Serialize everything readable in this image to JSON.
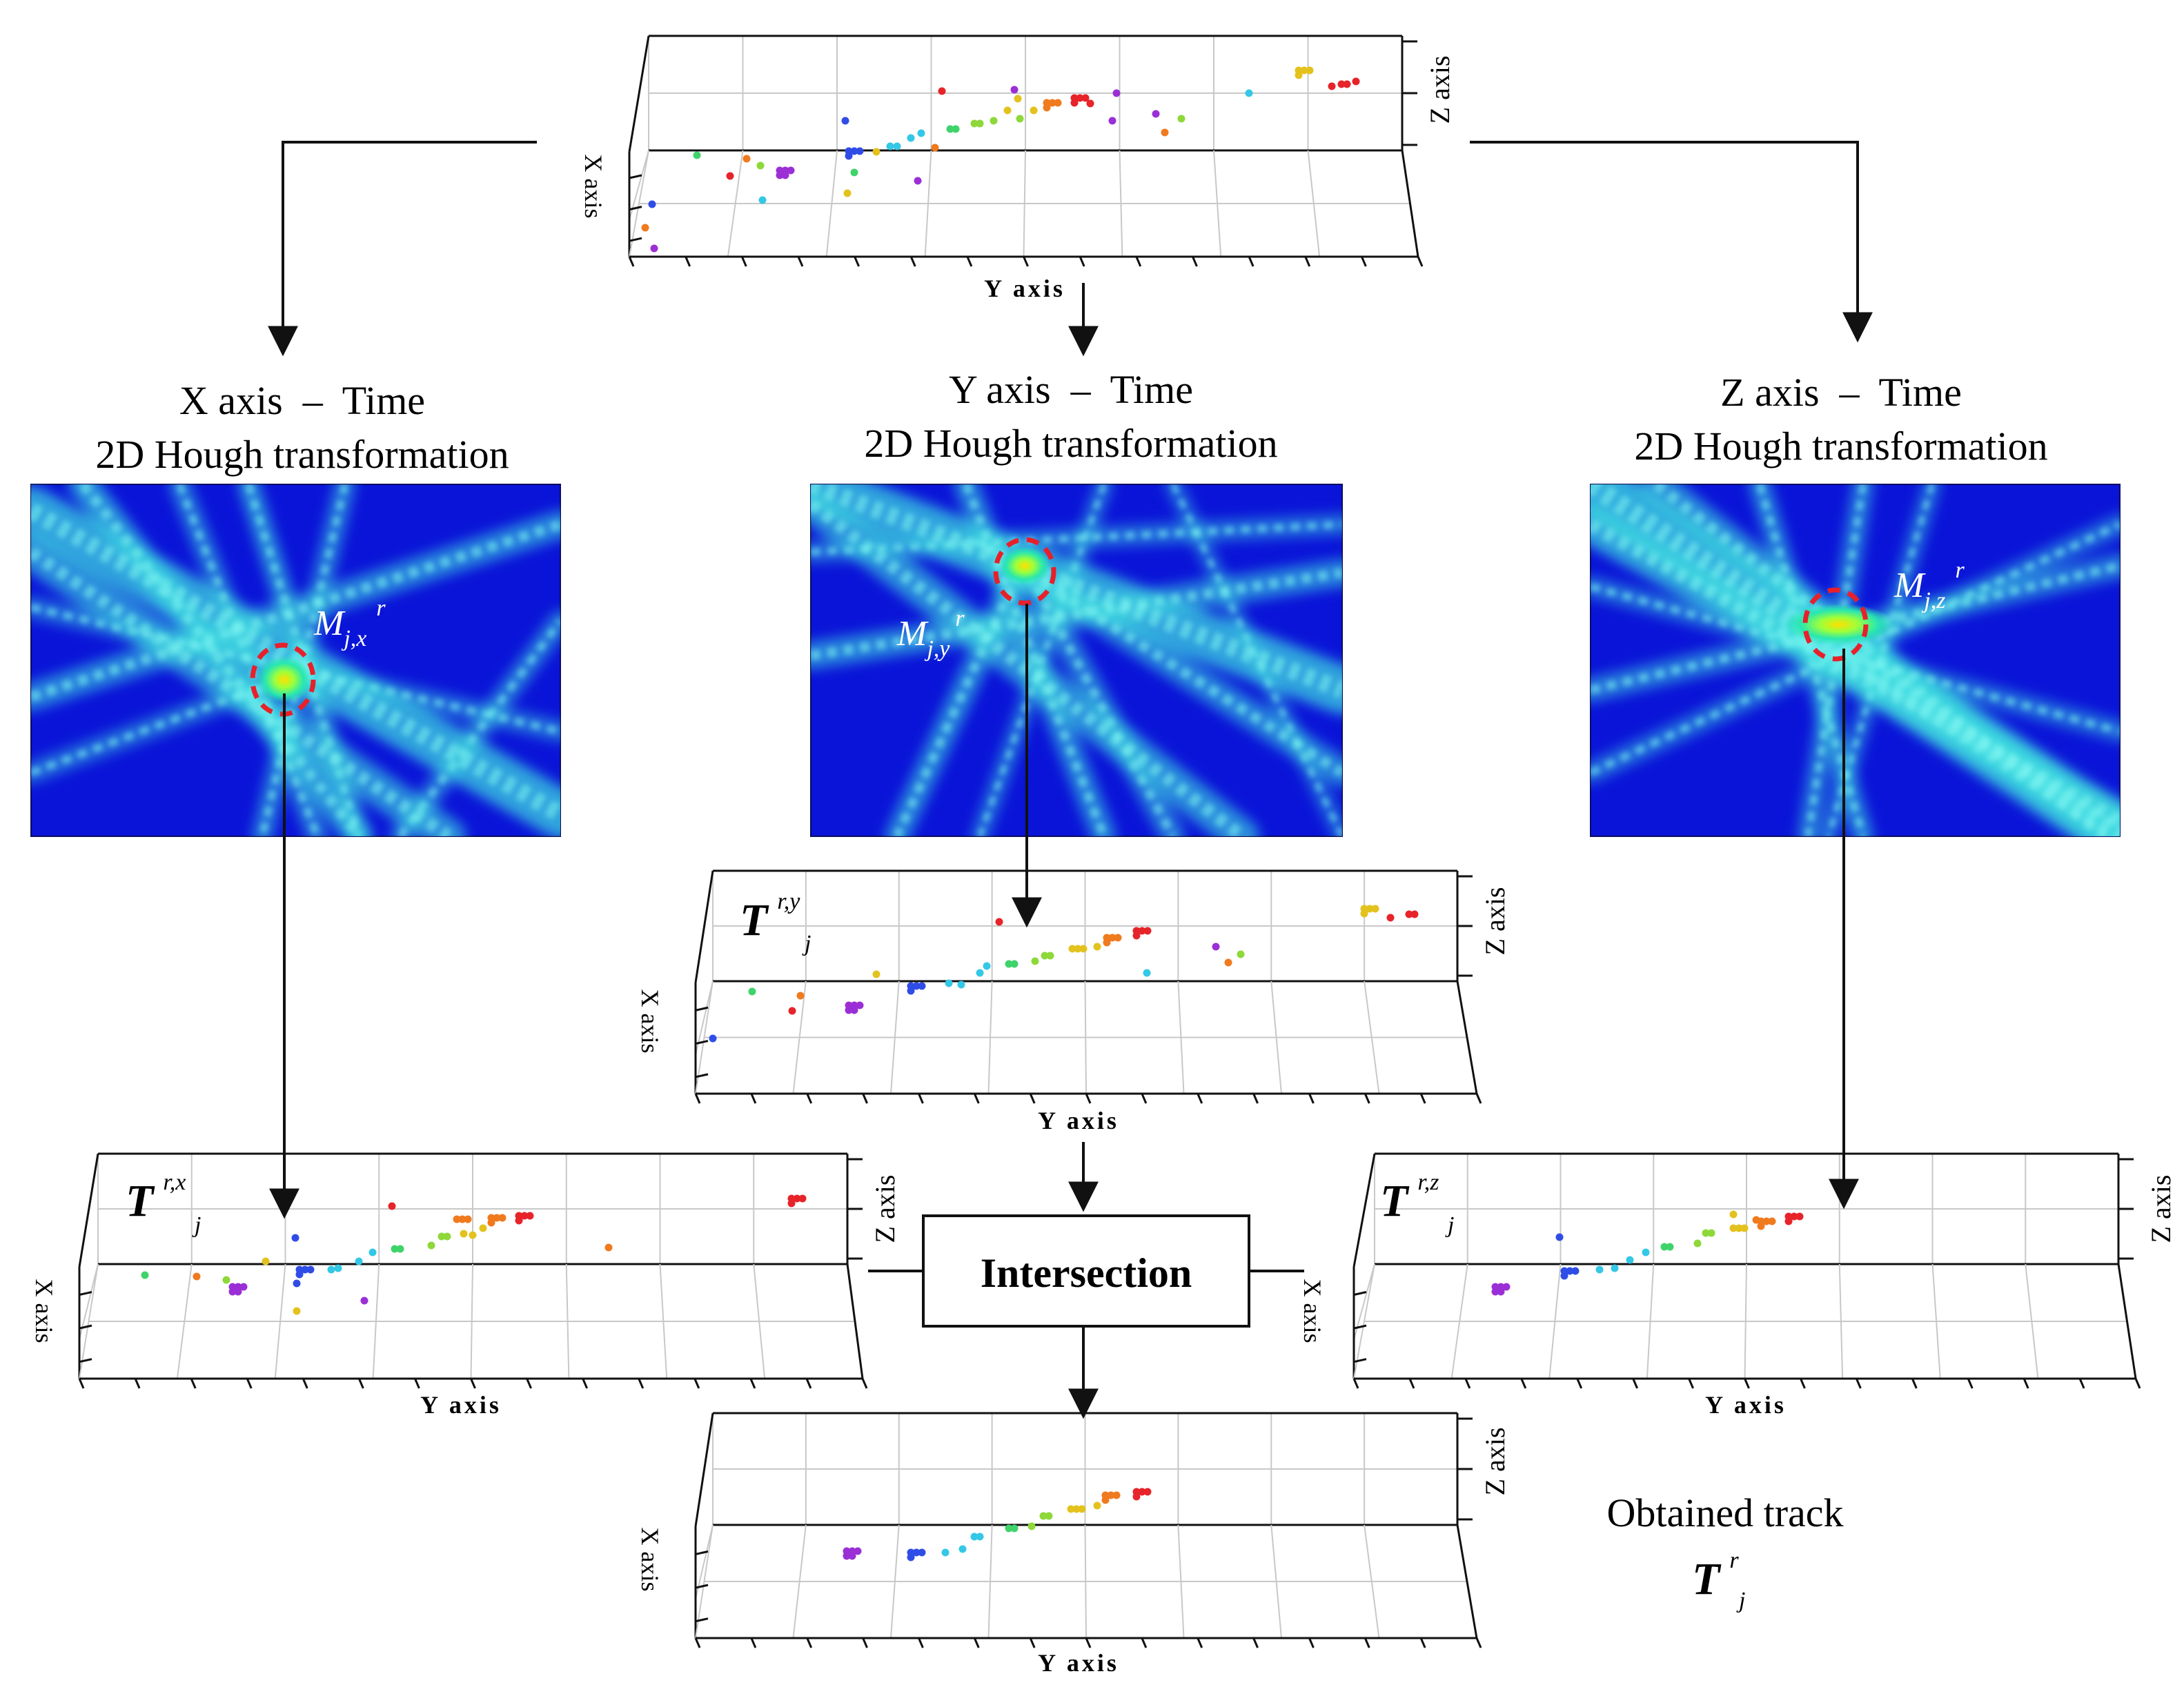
{
  "colors": {
    "hough_bg": "#0a14d8",
    "hough_glow": "#3fe0e0",
    "peak_circle": "#e8202a",
    "grid": "#c8c8c8",
    "axis": "#111111",
    "rainbow": [
      "#9b2fd6",
      "#2f4de6",
      "#34c8e6",
      "#3fd36a",
      "#8ed83a",
      "#e4c21e",
      "#f07a1e",
      "#e6242a"
    ]
  },
  "top_plot": {
    "ylabel": "Y axis",
    "zlabel": "Z axis",
    "xlabel": "X axis"
  },
  "hough": [
    {
      "title_line1": "X axis  –  Time",
      "title_line2": "2D Hough transformation",
      "marker": "M",
      "sub": "j,x",
      "sup": "r"
    },
    {
      "title_line1": "Y axis  –  Time",
      "title_line2": "2D Hough transformation",
      "marker": "M",
      "sub": "j,y",
      "sup": "r"
    },
    {
      "title_line1": "Z axis  –  Time",
      "title_line2": "2D Hough transformation",
      "marker": "M",
      "sub": "j,z",
      "sup": "r"
    }
  ],
  "tracks": {
    "ty": {
      "symbol": "T",
      "sup": "r,y",
      "sub": "j",
      "ylabel": "Y axis",
      "zlabel": "Z axis",
      "xlabel": "X axis"
    },
    "tx": {
      "symbol": "T",
      "sup": "r,x",
      "sub": "j",
      "ylabel": "Y axis",
      "zlabel": "Z axis",
      "xlabel": "X axis"
    },
    "tz": {
      "symbol": "T",
      "sup": "r,z",
      "sub": "j",
      "ylabel": "Y axis",
      "zlabel": "Z axis",
      "xlabel": "X axis"
    },
    "final": {
      "ylabel": "Y axis",
      "zlabel": "Z axis",
      "xlabel": "X axis"
    }
  },
  "intersection_label": "Intersection",
  "obtained": {
    "line1": "Obtained track",
    "symbol": "T",
    "sup": "r",
    "sub": "j"
  }
}
